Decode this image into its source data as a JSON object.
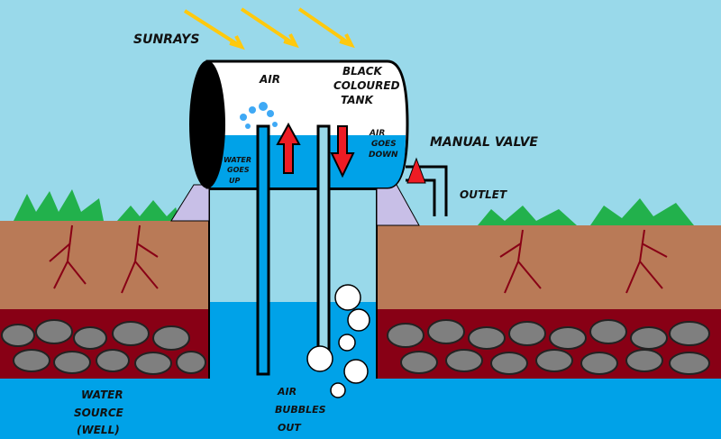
{
  "labels": {
    "sunrays": "SUNRAYS",
    "air": "AIR",
    "tank": [
      "BLACK",
      "COLOURED",
      "TANK"
    ],
    "air_goes_down": [
      "AIR",
      "GOES",
      "DOWN"
    ],
    "water_goes_up": [
      "WATER",
      "GOES",
      "UP"
    ],
    "manual_valve": "MANUAL VALVE",
    "outlet": "OUTLET",
    "water_source": [
      "WATER",
      "SOURCE",
      "(WELL)"
    ],
    "air_bubbles_out": [
      "AIR",
      "BUBBLES",
      "OUT"
    ]
  },
  "colors": {
    "sky": "#99d9ea",
    "soil": "#b97a57",
    "rock_layer": "#880015",
    "water": "#00a2e8",
    "grass": "#22b14c",
    "sun": "#ffc90e",
    "arrow": "#ed1c24"
  }
}
